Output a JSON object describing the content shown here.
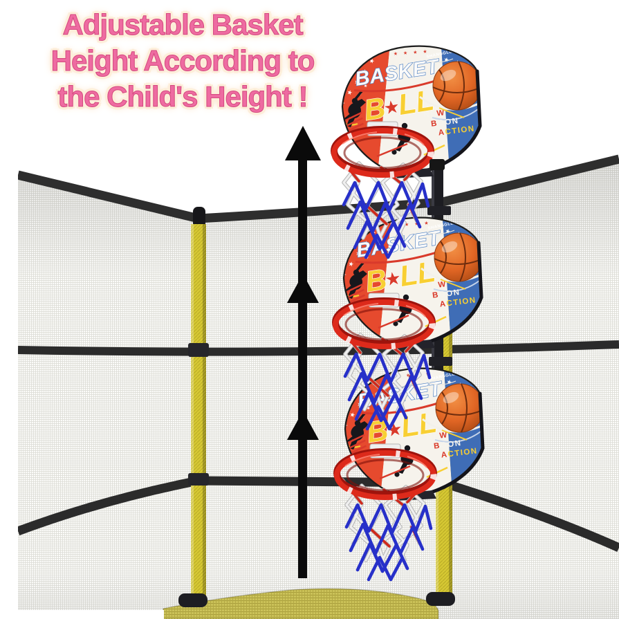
{
  "title": {
    "line1": "Adjustable Basket",
    "line2": "Height According to",
    "line3": "the Child's Height !"
  },
  "backboard": {
    "brand": "SHANGGLE",
    "word_top": "BASKET",
    "ball_b": "B",
    "ball_star": "★",
    "ball_ll": "LL",
    "slogan": {
      "l1a": "NE",
      "l1b": "W",
      "l2a": "B",
      "l2b": "OON",
      "l3a": "A",
      "l3b": "CTION"
    },
    "stars_red_band": "★ ★ ★ ★ ★",
    "stars_red_band_2": "★ ★ ★",
    "stars_white_band": "★ ★ ★ ★",
    "stars_blue_band": "★ ★ ★ ★ ★ ★",
    "stars_blue_band_2": "★ ★ ★"
  },
  "hoop_positions": [
    "top",
    "middle",
    "bottom"
  ],
  "colors": {
    "title_pink": "#ee6ba1",
    "title_outline_cream": "#fdeeda",
    "board_red": "#e64a2e",
    "board_blue": "#3f6db6",
    "board_white": "#f6f3ec",
    "ball_orange": "#e8742d",
    "rim_red": "#dd2a1b",
    "net_blue": "#2730c9",
    "pole_yellow": "#d6c833",
    "frame_black": "#2e2e2e",
    "mat_green": "#cbc259"
  }
}
